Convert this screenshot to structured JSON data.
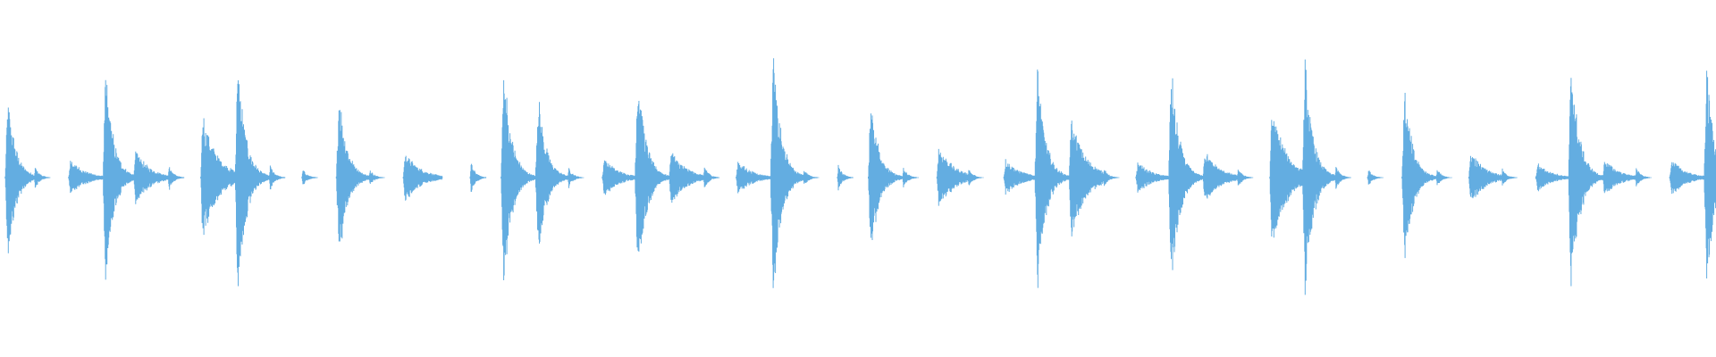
{
  "waveform": {
    "color": "#63ADE1",
    "background": "#FFFFFF",
    "hits": [
      {
        "t": 0.003,
        "amp": 0.58,
        "kind": "kick"
      },
      {
        "t": 0.02,
        "amp": 0.08,
        "kind": "tick"
      },
      {
        "t": 0.04,
        "amp": 0.13,
        "kind": "snare"
      },
      {
        "t": 0.06,
        "amp": 0.75,
        "kind": "kick"
      },
      {
        "t": 0.078,
        "amp": 0.19,
        "kind": "snare"
      },
      {
        "t": 0.098,
        "amp": 0.09,
        "kind": "tick"
      },
      {
        "t": 0.117,
        "amp": 0.46,
        "kind": "snare"
      },
      {
        "t": 0.137,
        "amp": 0.83,
        "kind": "kick"
      },
      {
        "t": 0.157,
        "amp": 0.09,
        "kind": "tick"
      },
      {
        "t": 0.176,
        "amp": 0.06,
        "kind": "tick"
      },
      {
        "t": 0.196,
        "amp": 0.63,
        "kind": "kick"
      },
      {
        "t": 0.215,
        "amp": 0.06,
        "kind": "tick"
      },
      {
        "t": 0.235,
        "amp": 0.19,
        "kind": "snare"
      },
      {
        "t": 0.274,
        "amp": 0.11,
        "kind": "tick"
      },
      {
        "t": 0.292,
        "amp": 0.8,
        "kind": "kick"
      },
      {
        "t": 0.312,
        "amp": 0.6,
        "kind": "kick"
      },
      {
        "t": 0.331,
        "amp": 0.07,
        "kind": "tick"
      },
      {
        "t": 0.351,
        "amp": 0.14,
        "kind": "snare"
      },
      {
        "t": 0.37,
        "amp": 0.78,
        "kind": "kick"
      },
      {
        "t": 0.39,
        "amp": 0.2,
        "kind": "snare"
      },
      {
        "t": 0.41,
        "amp": 0.09,
        "kind": "tick"
      },
      {
        "t": 0.429,
        "amp": 0.12,
        "kind": "snare"
      },
      {
        "t": 0.449,
        "amp": 0.87,
        "kind": "kick"
      },
      {
        "t": 0.468,
        "amp": 0.06,
        "kind": "tick"
      },
      {
        "t": 0.488,
        "amp": 0.09,
        "kind": "tick"
      },
      {
        "t": 0.506,
        "amp": 0.59,
        "kind": "kick"
      },
      {
        "t": 0.526,
        "amp": 0.07,
        "kind": "tick"
      },
      {
        "t": 0.546,
        "amp": 0.23,
        "kind": "snare"
      },
      {
        "t": 0.564,
        "amp": 0.06,
        "kind": "tick"
      },
      {
        "t": 0.585,
        "amp": 0.13,
        "kind": "snare"
      },
      {
        "t": 0.603,
        "amp": 0.79,
        "kind": "kick"
      },
      {
        "t": 0.623,
        "amp": 0.43,
        "kind": "snare"
      },
      {
        "t": 0.643,
        "amp": 0.06,
        "kind": "tick"
      },
      {
        "t": 0.662,
        "amp": 0.11,
        "kind": "snare"
      },
      {
        "t": 0.681,
        "amp": 0.78,
        "kind": "kick"
      },
      {
        "t": 0.701,
        "amp": 0.19,
        "kind": "snare"
      },
      {
        "t": 0.721,
        "amp": 0.07,
        "kind": "tick"
      },
      {
        "t": 0.74,
        "amp": 0.51,
        "kind": "snare"
      },
      {
        "t": 0.759,
        "amp": 0.81,
        "kind": "kick"
      },
      {
        "t": 0.778,
        "amp": 0.09,
        "kind": "tick"
      },
      {
        "t": 0.797,
        "amp": 0.06,
        "kind": "tick"
      },
      {
        "t": 0.817,
        "amp": 0.63,
        "kind": "kick"
      },
      {
        "t": 0.837,
        "amp": 0.06,
        "kind": "tick"
      },
      {
        "t": 0.856,
        "amp": 0.19,
        "kind": "snare"
      },
      {
        "t": 0.875,
        "amp": 0.06,
        "kind": "tick"
      },
      {
        "t": 0.895,
        "amp": 0.1,
        "kind": "snare"
      },
      {
        "t": 0.914,
        "amp": 0.86,
        "kind": "kick"
      },
      {
        "t": 0.934,
        "amp": 0.13,
        "kind": "snare"
      },
      {
        "t": 0.953,
        "amp": 0.07,
        "kind": "tick"
      },
      {
        "t": 0.973,
        "amp": 0.13,
        "kind": "snare"
      },
      {
        "t": 0.993,
        "amp": 0.77,
        "kind": "kick"
      }
    ]
  }
}
